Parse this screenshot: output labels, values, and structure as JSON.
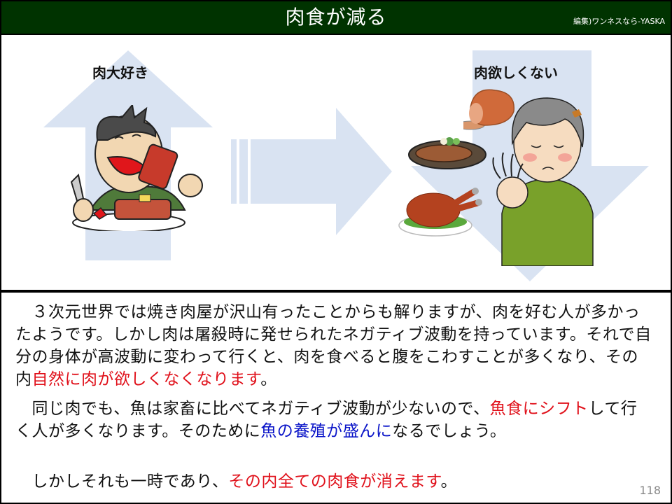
{
  "header": {
    "title": "肉食が減る",
    "credit": "編集)ワンネスなら-YASKA",
    "background_color": "#003300"
  },
  "illustration": {
    "left_label": "肉大好き",
    "right_label": "肉欲しくない",
    "left_arrow_icon": "up-arrow-icon",
    "middle_arrow_icon": "right-arrow-icon",
    "right_arrow_icon": "down-arrow-icon",
    "arrow_color": "#d9e3f2"
  },
  "body": {
    "paragraphs": [
      {
        "segments": [
          {
            "text": "　３次元世界では焼き肉屋が沢山有ったことからも解りますが、肉を好む人が多かったようです。しかし肉は屠殺時に発せられたネガティブ波動を持っています。それで自分の身体が高波動に変わって行くと、肉を食べると腹をこわすことが多くなり、その内",
            "color": "default"
          },
          {
            "text": "自然に肉が欲しくなくなります",
            "color": "red"
          },
          {
            "text": "。",
            "color": "default"
          }
        ]
      },
      {
        "segments": [
          {
            "text": "　同じ肉でも、魚は家畜に比べてネガティブ波動が少ないので、",
            "color": "default"
          },
          {
            "text": "魚食にシフト",
            "color": "red"
          },
          {
            "text": "して行く人が多くなります。そのために",
            "color": "default"
          },
          {
            "text": "魚の養殖が盛んに",
            "color": "blue"
          },
          {
            "text": "なるでしょう。",
            "color": "default"
          }
        ]
      },
      {
        "segments": [
          {
            "text": "　しかしそれも一時であり、",
            "color": "default"
          },
          {
            "text": "その内全ての肉食が消えます",
            "color": "red"
          },
          {
            "text": "。",
            "color": "default"
          }
        ]
      }
    ]
  },
  "footer": {
    "page_number": "118"
  }
}
